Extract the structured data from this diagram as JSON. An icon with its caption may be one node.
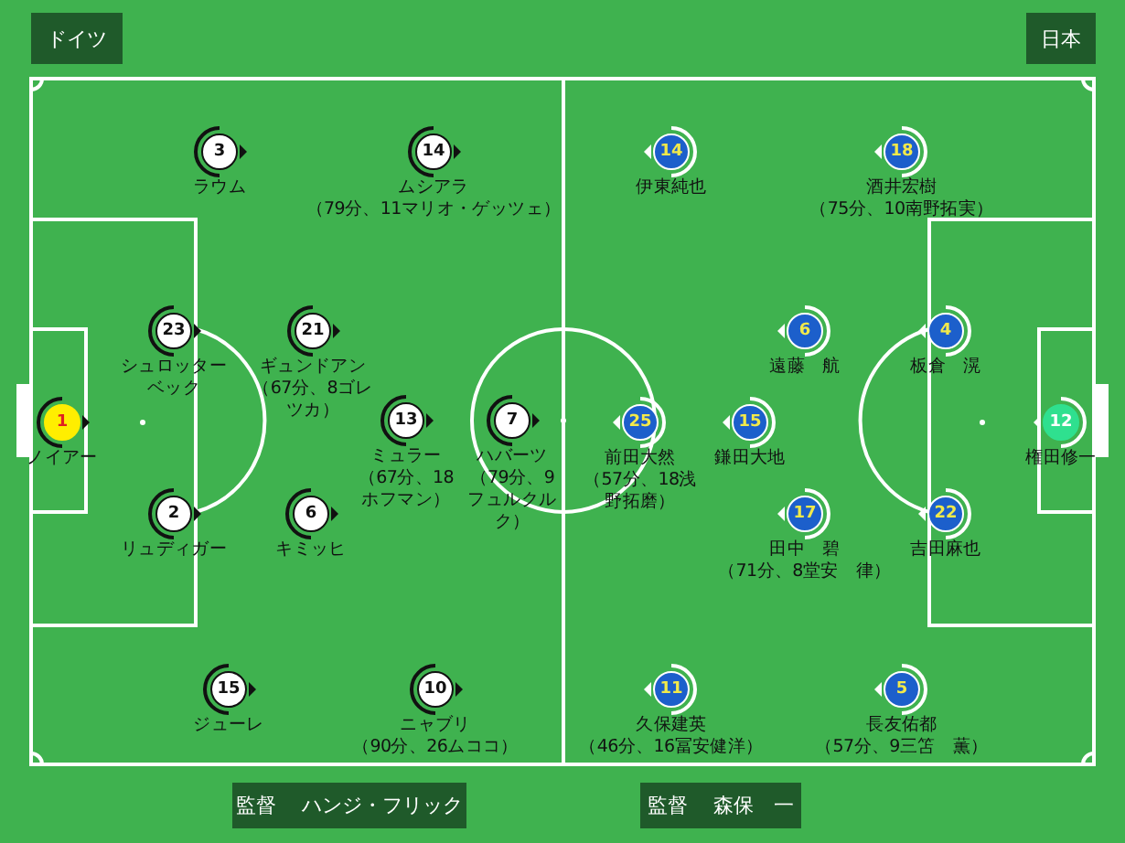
{
  "diagram": {
    "nodes": [
      {
        "text": [
          "ドイツ"
        ]
      },
      {
        "text": [
          "日本"
        ]
      },
      {
        "text": [
          "3"
        ],
        "beside": [
          "ラウム"
        ]
      },
      {
        "text": [
          "14"
        ],
        "beside": [
          "ムシアラ",
          "（79分、11マリオ・ゲッツェ）"
        ]
      },
      {
        "text": [
          "14"
        ],
        "beside": [
          "伊東純也"
        ]
      },
      {
        "text": [
          "18"
        ],
        "beside": [
          "酒井宏樹",
          "（75分、10南野拓実）"
        ]
      },
      {
        "text": [
          "23"
        ],
        "beside": [
          "シュロッターベック"
        ]
      },
      {
        "text": [
          "21"
        ],
        "beside": [
          "ギュンドアン",
          "（67分、8ゴレツカ）"
        ]
      },
      {
        "text": [
          "6"
        ],
        "beside": [
          "遠藤　航"
        ]
      },
      {
        "text": [
          "4"
        ],
        "beside": [
          "板倉　滉"
        ]
      },
      {
        "text": [
          "1"
        ],
        "beside": [
          "ノイアー"
        ]
      },
      {
        "text": [
          "13"
        ],
        "beside": [
          "ミュラー",
          "（67分、18ホフマン）"
        ]
      },
      {
        "text": [
          "7"
        ],
        "beside": [
          "ハバーツ",
          "（79分、9フュルクルク）"
        ]
      },
      {
        "text": [
          "25"
        ],
        "beside": [
          "前田大然",
          "（57分、18浅野拓磨）"
        ]
      },
      {
        "text": [
          "15"
        ],
        "beside": [
          "鎌田大地"
        ]
      },
      {
        "text": [
          "12"
        ],
        "beside": [
          "権田修一"
        ]
      },
      {
        "text": [
          "2"
        ],
        "beside": [
          "リュディガー"
        ]
      },
      {
        "text": [
          "6"
        ],
        "beside": [
          "キミッヒ"
        ]
      },
      {
        "text": [
          "17"
        ],
        "beside": [
          "田中　碧",
          "（71分、8堂安　律）"
        ]
      },
      {
        "text": [
          "22"
        ],
        "beside": [
          "吉田麻也"
        ]
      },
      {
        "text": [
          "15"
        ],
        "beside": [
          "ジューレ"
        ]
      },
      {
        "text": [
          "10"
        ],
        "beside": [
          "ニャブリ",
          "（90分、26ムココ）"
        ]
      },
      {
        "text": [
          "11"
        ],
        "beside": [
          "久保建英",
          "（46分、16冨安健洋）"
        ]
      },
      {
        "text": [
          "5"
        ],
        "beside": [
          "長友佑都",
          "（57分、9三笘　薫）"
        ]
      },
      {
        "text": [
          "監督",
          "ハンジ・フリック"
        ]
      },
      {
        "text": [
          "監督",
          "森保　一"
        ]
      }
    ]
  }
}
